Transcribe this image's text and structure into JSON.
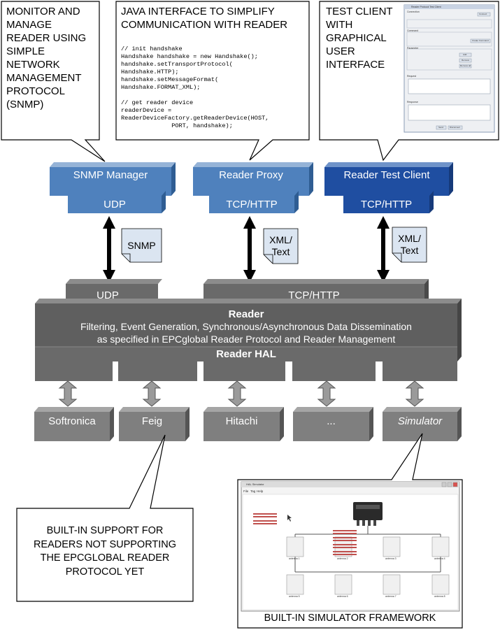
{
  "callouts": {
    "snmp": "MONITOR AND\nMANAGE\nREADER USING\nSIMPLE\nNETWORK\nMANAGEMENT\nPROTOCOL\n(SNMP)",
    "java_title": "JAVA INTERFACE TO SIMPLIFY\nCOMMUNICATION WITH READER",
    "java_code": "// init handshake\nHandshake handshake = new Handshake();\nhandshake.setTransportProtocol(\nHandshake.HTTP);\nhandshake.setMessageFormat(\nHandshake.FORMAT_XML);\n\n// get reader device\nreaderDevice =\nReaderDeviceFactory.getReaderDevice(HOST,\n              PORT, handshake);",
    "test_client": "TEST CLIENT\nWITH\nGRAPHICAL\nUSER\nINTERFACE",
    "builtin_support": "BUILT-IN SUPPORT FOR\nREADERS NOT SUPPORTING\nTHE EPCGLOBAL READER\nPROTOCOL YET",
    "simulator_caption": "BUILT-IN SIMULATOR FRAMEWORK"
  },
  "top_components": [
    {
      "name": "SNMP Manager",
      "transport": "UDP",
      "color": "#4f81bd"
    },
    {
      "name": "Reader Proxy",
      "transport": "TCP/HTTP",
      "color": "#4f81bd"
    },
    {
      "name": "Reader Test Client",
      "transport": "TCP/HTTP",
      "color": "#1f4ea1"
    }
  ],
  "message_notes": [
    "SNMP",
    "XML/\nText",
    "XML/\nText"
  ],
  "reader": {
    "udp": "UDP",
    "tcp": "TCP/HTTP",
    "title": "Reader",
    "desc_line1": "Filtering, Event Generation, Synchronous/Asynchronous Data Dissemination",
    "desc_line2": "as specified in EPCglobal Reader Protocol and Reader Management",
    "hal": "Reader HAL"
  },
  "devices": [
    "Softronica",
    "Feig",
    "Hitachi",
    "...",
    "Simulator"
  ],
  "test_client_window": {
    "title": "Reader Protocol Test Client",
    "sections": [
      "Connection",
      "Command",
      "Parameter",
      "Request",
      "Response"
    ],
    "buttons": [
      "Connect",
      "Create Command",
      "Add",
      "Remove",
      "Remove all",
      "Send",
      "Disconnect"
    ]
  },
  "simulator_window": {
    "title": "HAL Simulator",
    "menu": [
      "File",
      "Tag",
      "Help"
    ],
    "antennas": [
      "antenna 1",
      "antenna 2",
      "antenna 3",
      "antenna 4",
      "antenna 5",
      "antenna 6",
      "antenna 7",
      "antenna 8"
    ]
  },
  "colors": {
    "blue": "#4f81bd",
    "dark_blue": "#1f4ea1",
    "reader_gray": "#5f5f5f",
    "device_gray": "#7f7f7f",
    "note_fill": "#dbe5f1"
  }
}
